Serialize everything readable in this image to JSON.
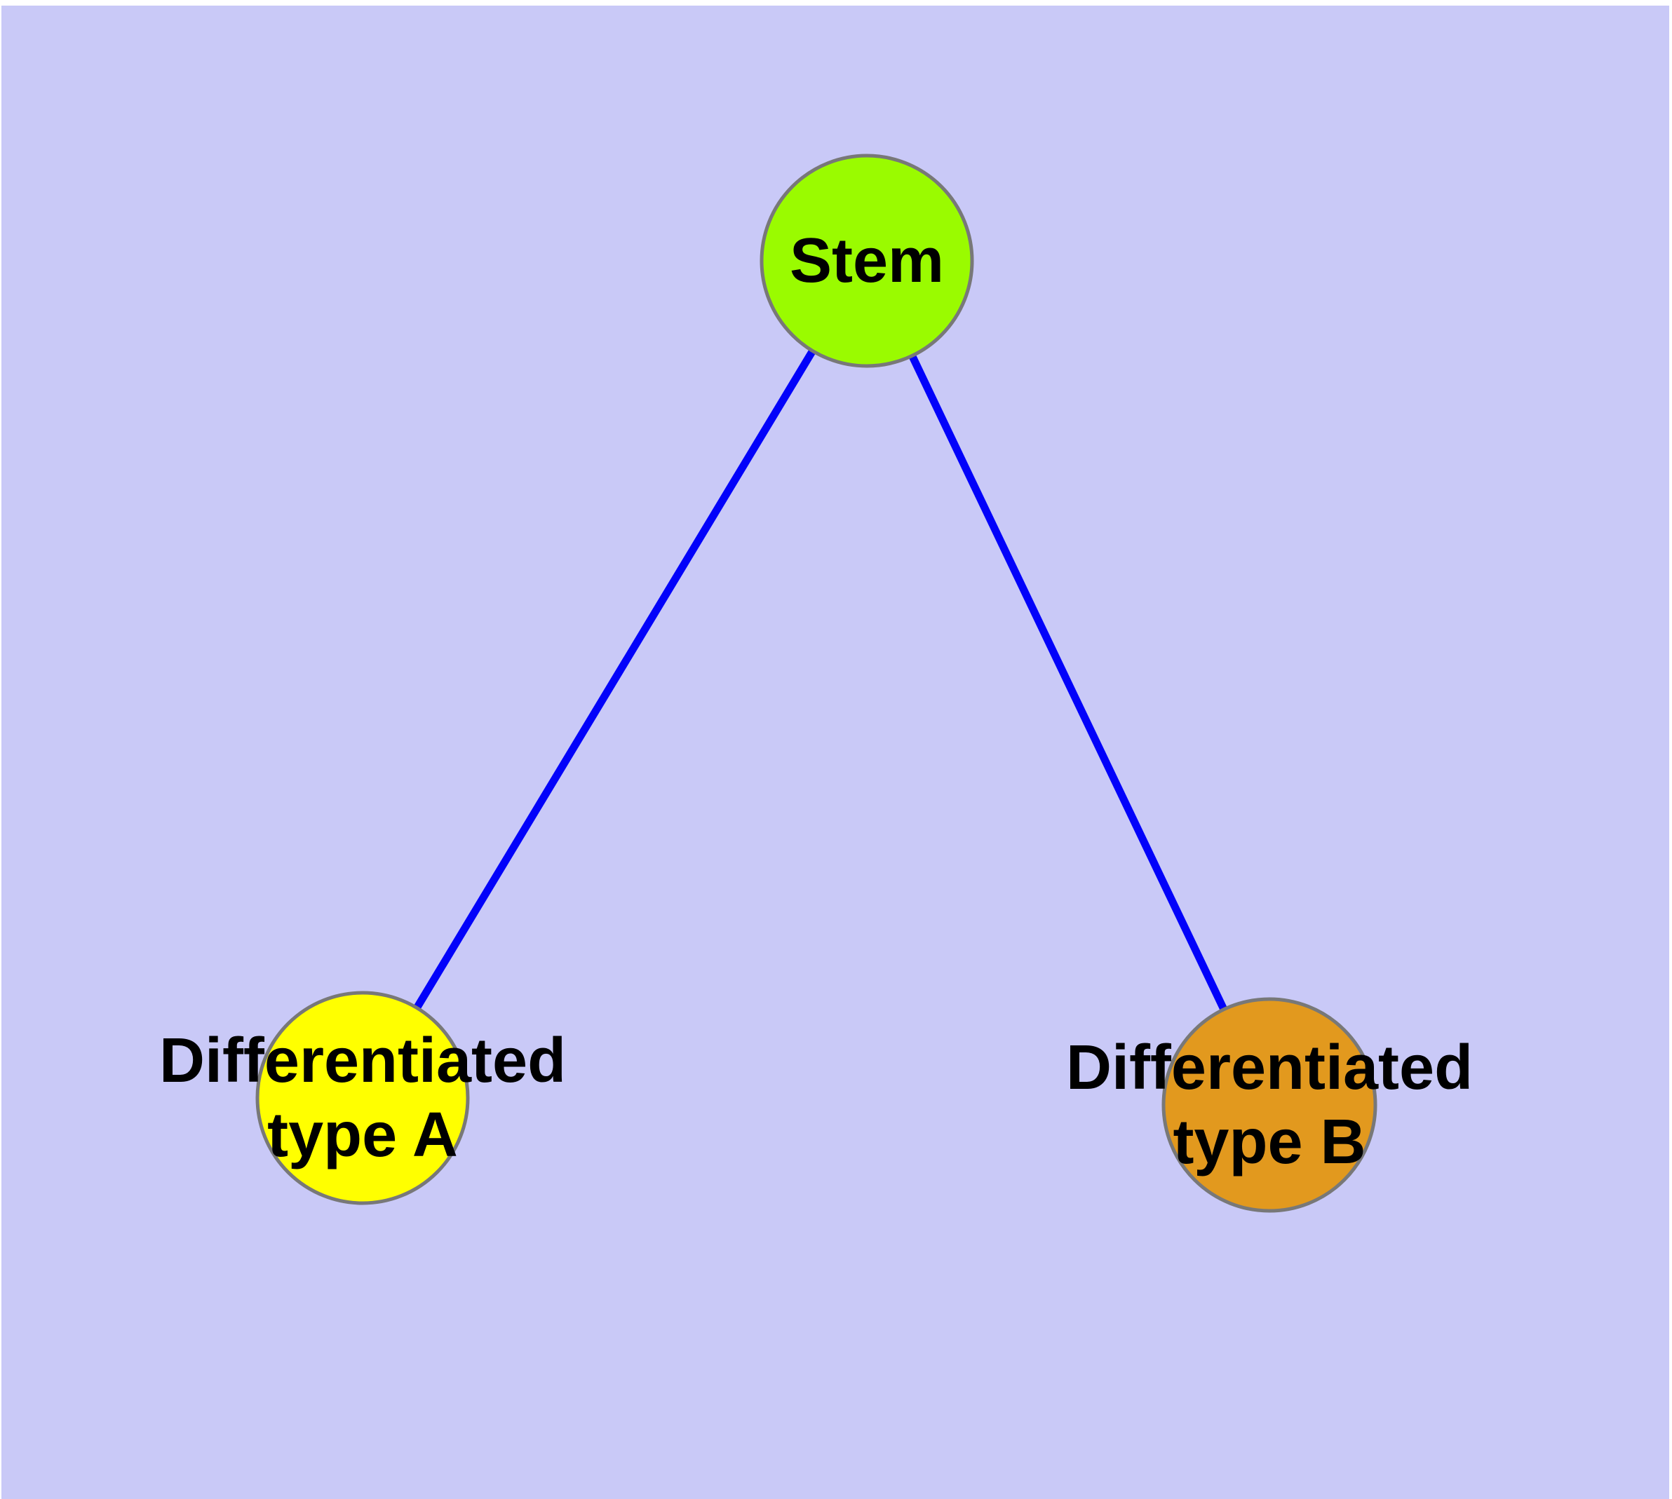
{
  "canvas": {
    "background_color": "#C9C9F7",
    "margin_color": "#FFFFFF"
  },
  "diagram": {
    "type": "graph",
    "edge_color": "#0202FA",
    "node_border_color": "#787878",
    "text_color": "#000000",
    "nodes": [
      {
        "id": "stem",
        "label": "Stem",
        "fill": "#9AFB00"
      },
      {
        "id": "differentiated-type-a",
        "label": "Differentiated type A",
        "label_line1": "Differentiated",
        "label_line2": "type A",
        "fill": "#FFFF00"
      },
      {
        "id": "differentiated-type-b",
        "label": "Differentiated type B",
        "label_line1": "Differentiated",
        "label_line2": "type B",
        "fill": "#E2991E"
      }
    ],
    "edges": [
      {
        "from": "Stem",
        "to": "Differentiated type A"
      },
      {
        "from": "Stem",
        "to": "Differentiated type B"
      }
    ]
  }
}
